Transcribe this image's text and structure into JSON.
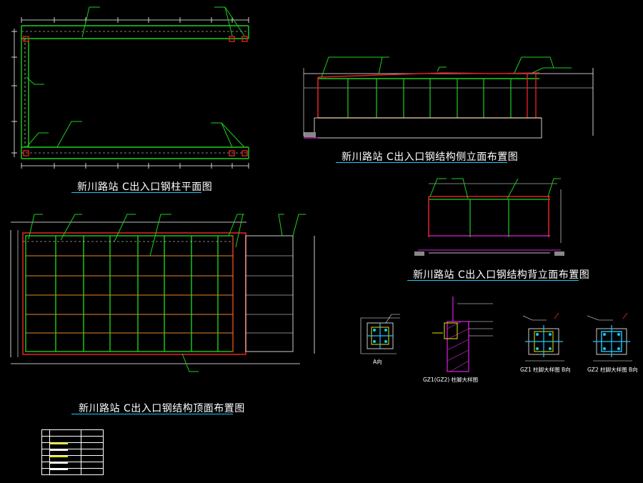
{
  "drawing": {
    "titles": {
      "column_plan": "新川路站  C出入口钢柱平面图",
      "side_elevation": "新川路站  C出入口钢结构侧立面布置图",
      "back_elevation": "新川路站  C出入口钢结构背立面布置图",
      "top_plan": "新川路站  C出入口钢结构顶面布置图"
    },
    "detail_labels": {
      "detail_a": "A向",
      "gz1_gz2": "GZ1(GZ2) 柱脚大样图",
      "gz1": "GZ1 柱脚大样图",
      "gz1_b": "B向",
      "gz2": "GZ2 柱脚大样图",
      "gz2_b": "B向"
    },
    "colors": {
      "background": "#000000",
      "beam": "#1bd11b",
      "red": "#e02020",
      "dim": "#ffffff",
      "leader": "#1bd11b",
      "magenta": "#e020e0",
      "orange": "#e08a2a",
      "cyan": "#19c7ff",
      "yellow": "#e8e800"
    }
  }
}
